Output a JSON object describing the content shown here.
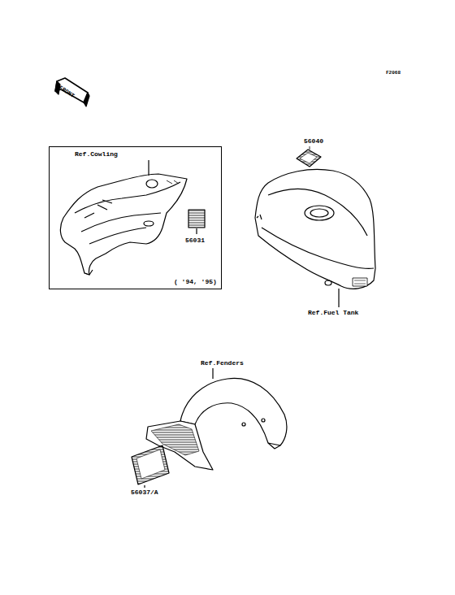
{
  "diagram": {
    "nodes": [
      {
        "text": [
          "Ref.Cowling",
          "56031",
          "( '94, '95)"
        ]
      }
    ],
    "labels": [
      "F2068",
      "FRONT",
      "56040",
      "Ref.Fuel Tank",
      "Ref.Fenders",
      "56037/A"
    ]
  }
}
